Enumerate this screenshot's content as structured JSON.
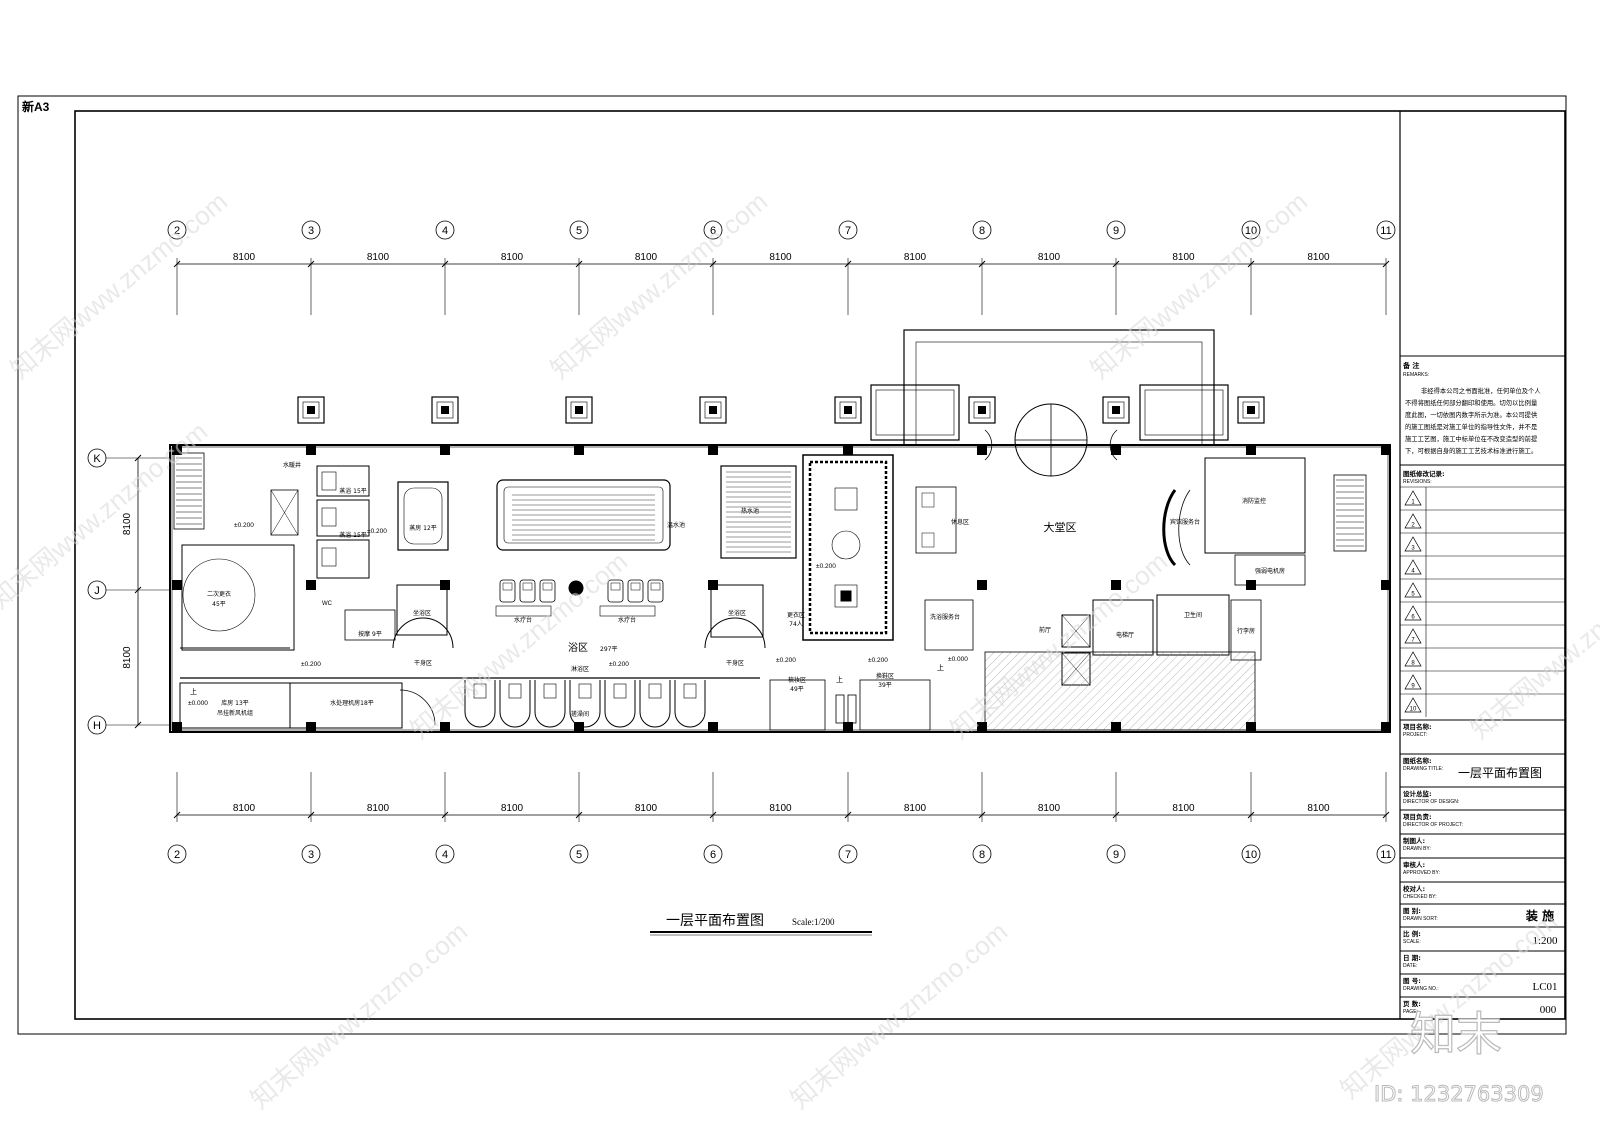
{
  "sheet": {
    "size_label": "新A3"
  },
  "grid": {
    "columns": [
      "2",
      "3",
      "4",
      "5",
      "6",
      "7",
      "8",
      "9",
      "10",
      "11"
    ],
    "spans": [
      "8100",
      "8100",
      "8100",
      "8100",
      "8100",
      "8100",
      "8100",
      "8100",
      "8100"
    ],
    "rows": [
      "K",
      "J",
      "H"
    ],
    "row_spans": [
      "8100",
      "8100"
    ]
  },
  "rooms": {
    "lobby": "大堂区",
    "bath_area": "浴区",
    "bath_area_size": "297平",
    "second_changing": "二次更衣",
    "second_changing_size": "45平",
    "lounge": "休息区",
    "front_desk": "宾馆服务台",
    "fire_control": "消防监控",
    "power_room": "强弱电机房",
    "steam_1": "蒸浴 15平",
    "steam_2": "蒸浴 15平",
    "sauna": "蒸房 12平",
    "wash_pool": "热水池",
    "cold_pool": "温水池",
    "scrub_bed_1": "水疗台",
    "scrub_bed_2": "水疗台",
    "foot_area_1": "坐浴区",
    "foot_area_2": "坐浴区",
    "massage_room": "按摩 9平",
    "dry_area_1": "干身区",
    "dry_area_2": "干身区",
    "shower_zone": "淋浴区",
    "rubbing_room": "搓澡间",
    "changing_area": "更衣区",
    "changing_capacity": "74人",
    "makeup_area": "梳妆区",
    "makeup_size": "49平",
    "shoe_area": "换鞋区",
    "shoe_size": "39平",
    "service_desk": "洗浴服务台",
    "corridor": "前厅",
    "elevator_hall": "电梯厅",
    "toilet": "卫生间",
    "luggage": "行李房",
    "storage": "库房 13平",
    "storage_note": "吊挂新风机组",
    "water_room": "水处理机房18平",
    "water_well": "水暖井",
    "wc": "WC",
    "exit_mark": "上",
    "elev_0200": "±0.200",
    "elev_0000": "±0.000"
  },
  "drawing_title": {
    "text": "一层平面布置图",
    "scale": "Scale:1/200"
  },
  "title_block": {
    "remarks_label": "备 注",
    "remarks_label_en": "REMARKS:",
    "remarks_text": [
      "非经得本公司之书面批准，任何单位及个人",
      "不得将图纸任何部分翻印和使用。切勿以比例量",
      "度此图，一切依图内数字所示为准。本公司提供",
      "的施工图纸是对施工单位的指导性文件，并不是",
      "施工工艺图，施工中标单位在不改变造型的前提",
      "下，可根据自身的施工工艺技术标准进行施工。"
    ],
    "revisions_label": "图纸修改记录:",
    "revisions_label_en": "REVISIONS:",
    "revisions": [
      "1",
      "2",
      "3",
      "4",
      "5",
      "6",
      "7",
      "8",
      "9",
      "10"
    ],
    "project_label": "项目名称:",
    "project_label_en": "PROJECT:",
    "drawing_title_label": "图纸名称:",
    "drawing_title_label_en": "DRAWING TITLE:",
    "drawing_title_value": "一层平面布置图",
    "design_director_label": "设计总监:",
    "design_director_label_en": "DIRECTOR OF DESIGN:",
    "project_director_label": "项目负责:",
    "project_director_label_en": "DIRECTOR OF PROJECT:",
    "drawn_label": "制图人:",
    "drawn_label_en": "DRAWN BY:",
    "approved_label": "审核人:",
    "approved_label_en": "APPROVED BY:",
    "checked_label": "校对人:",
    "checked_label_en": "CHECKED BY:",
    "sort_label": "图 别:",
    "sort_label_en": "DRAWN SORT:",
    "sort_value": "装 施",
    "scale_label": "比 例:",
    "scale_label_en": "SCALE:",
    "scale_value": "1:200",
    "date_label": "日 期:",
    "date_label_en": "DATE:",
    "number_label": "图 号:",
    "number_label_en": "DRAWING NO.:",
    "number_value": "LC01",
    "page_label": "页 数:",
    "page_label_en": "PAGE:",
    "page_value": "000"
  },
  "watermark": {
    "site": "知末网www.znzmo.com",
    "logo": "知末",
    "id": "ID: 1232763309"
  }
}
